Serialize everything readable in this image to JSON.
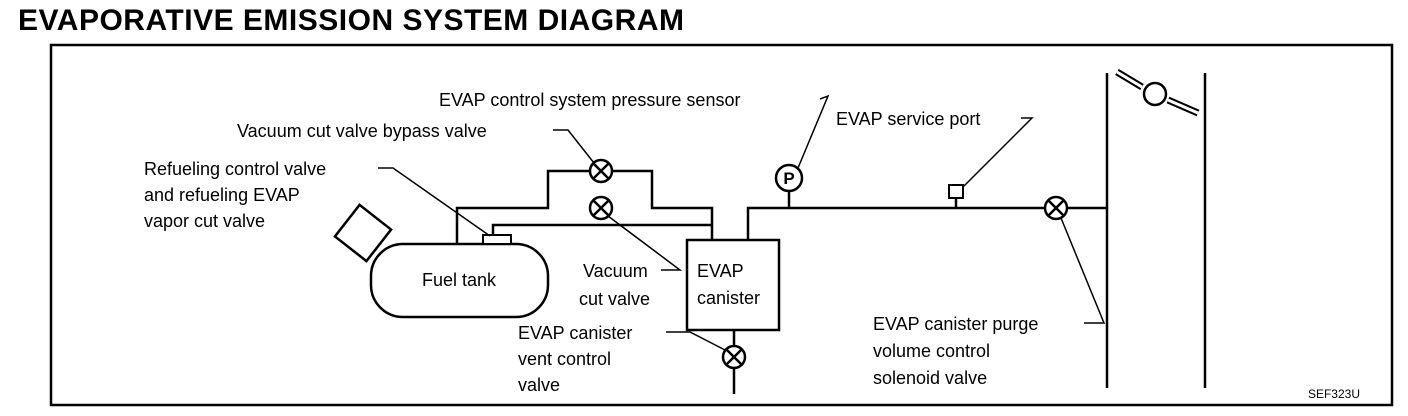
{
  "title": "EVAPORATIVE EMISSION SYSTEM DIAGRAM",
  "reference": "SEF323U",
  "components": {
    "fuel_tank": "Fuel tank",
    "evap_canister": [
      "EVAP",
      "canister"
    ],
    "pressure_sensor_symbol": "P"
  },
  "labels": {
    "pressure_sensor": "EVAP control system pressure sensor",
    "bypass_valve": "Vacuum cut valve bypass valve",
    "refueling_valve": [
      "Refueling control valve",
      "and refueling EVAP",
      "vapor cut valve"
    ],
    "service_port": "EVAP service port",
    "vacuum_cut_valve": [
      "Vacuum",
      "cut valve"
    ],
    "vent_control_valve": [
      "EVAP canister",
      "vent control",
      "valve"
    ],
    "purge_valve": [
      "EVAP canister purge",
      "volume control",
      "solenoid valve"
    ]
  }
}
